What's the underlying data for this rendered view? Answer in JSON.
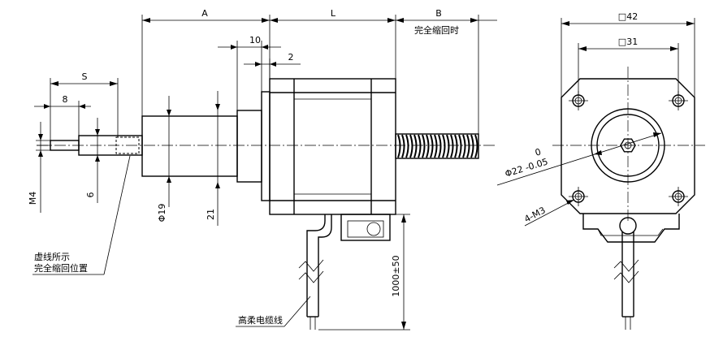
{
  "dimensions": {
    "a": "A",
    "l": "L",
    "b": "B",
    "b_note": "完全缩回时",
    "ten": "10",
    "two": "2",
    "s": "S",
    "eight": "8",
    "m4": "M4",
    "six": "6",
    "phi19": "Φ19",
    "twentyone": "21",
    "cable_len": "1000±50",
    "sq42": "□42",
    "sq31": "□31",
    "phi22": "Φ22 -0.05",
    "phi22_upper": "0",
    "holes": "4-M3"
  },
  "notes": {
    "dashed_line_1": "虚线所示",
    "dashed_line_2": "完全缩回位置",
    "cable": "高柔电缆线"
  }
}
